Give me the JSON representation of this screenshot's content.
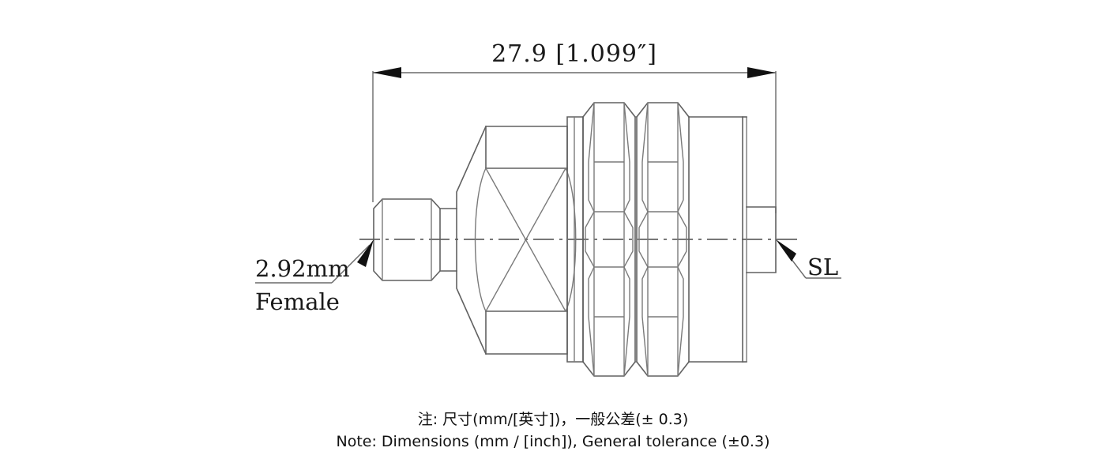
{
  "drawing": {
    "type": "mechanical-outline-drawing",
    "subject": "2.92mm Female to SL coaxial adapter",
    "background_color": "#ffffff",
    "line_color": "#606060",
    "text_color": "#1a1a1a"
  },
  "dimensions": {
    "overall_length": {
      "label": "27.9  [1.099″]",
      "value_mm": 27.9,
      "value_inch": 1.099,
      "unit": "mm",
      "position": "top"
    }
  },
  "callouts": {
    "left": {
      "line1": "2.92mm",
      "line2": "Female",
      "points_to": "left-connector-interface"
    },
    "right": {
      "line1": "SL",
      "points_to": "right-end-termination"
    }
  },
  "notes": {
    "chinese": "注: 尺寸(mm/[英寸])，一般公差(± 0.3)",
    "english": "Note: Dimensions (mm / [inch]), General tolerance (±0.3)"
  }
}
